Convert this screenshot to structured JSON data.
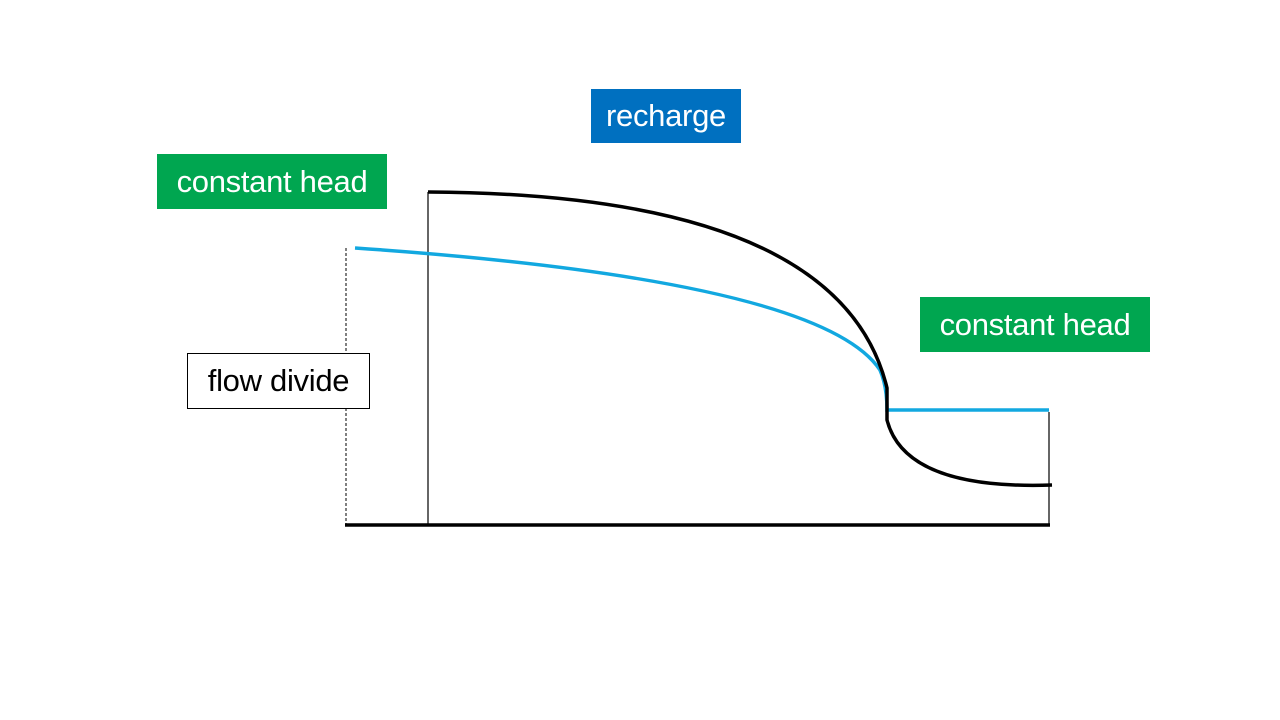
{
  "labels": {
    "recharge": "recharge",
    "constant_head_left": "constant head",
    "constant_head_right": "constant head",
    "flow_divide": "flow divide"
  },
  "colors": {
    "constant_head_fill": "#00a650",
    "recharge_fill": "#0070c0",
    "water_table_line": "#12a8e0",
    "boundary_line": "#000000",
    "background": "#ffffff"
  }
}
